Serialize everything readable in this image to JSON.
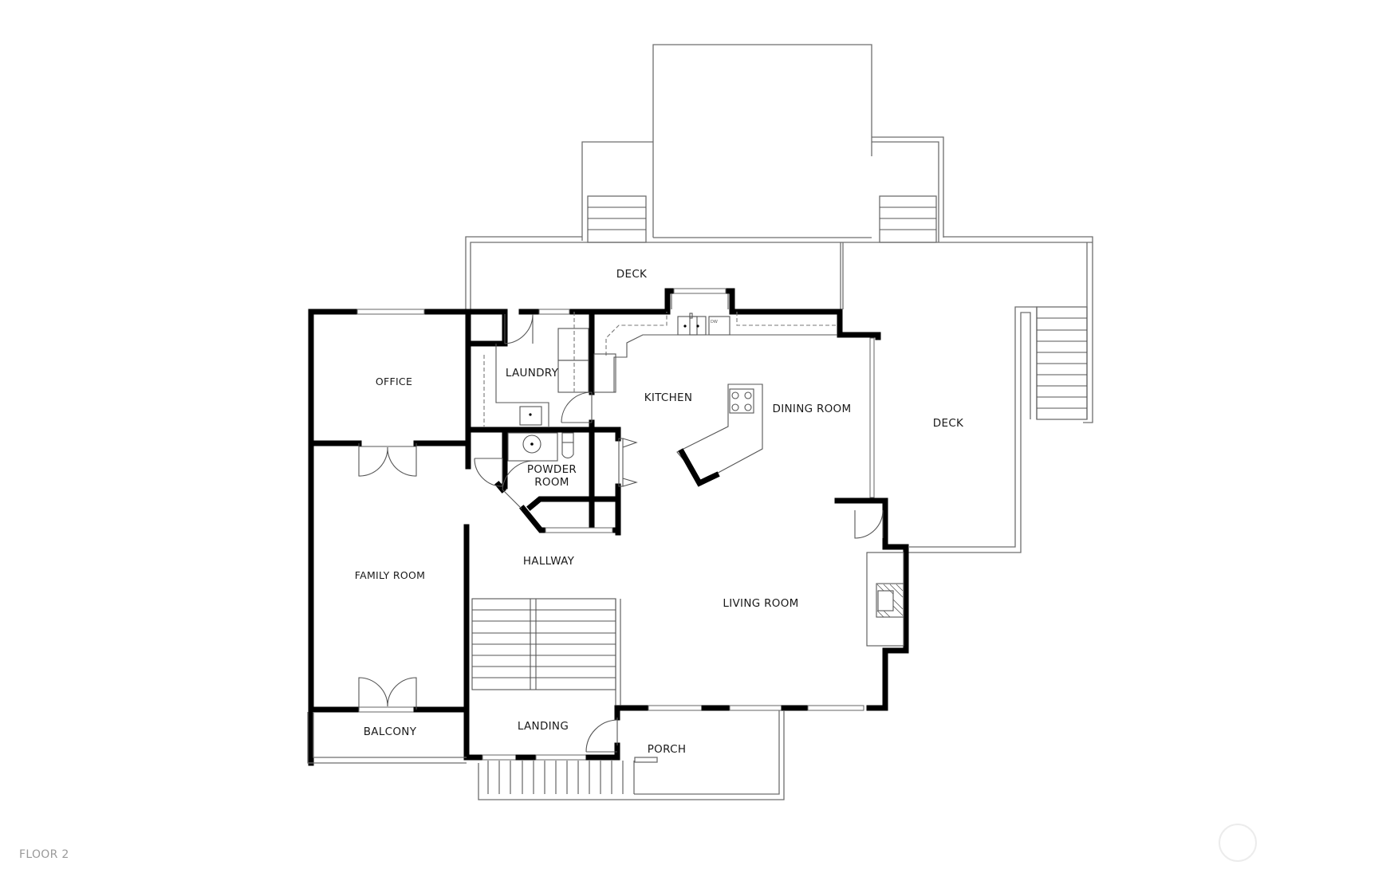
{
  "floor_plan": {
    "floor_label": "FLOOR 2",
    "rooms": {
      "deck_north": "DECK",
      "deck_east": "DECK",
      "office": "OFFICE",
      "laundry": "LAUNDRY",
      "kitchen": "KITCHEN",
      "dining_room": "DINING ROOM",
      "powder_room_line1": "POWDER",
      "powder_room_line2": "ROOM",
      "family_room": "FAMILY ROOM",
      "hallway": "HALLWAY",
      "living_room": "LIVING ROOM",
      "balcony": "BALCONY",
      "landing": "LANDING",
      "porch": "PORCH"
    },
    "appliance_labels": {
      "dishwasher": "DW"
    },
    "colors": {
      "wall": "#000000",
      "outline": "#6e6e6e",
      "text": "#1a1a1a",
      "floor_label": "#9a9a9a",
      "background": "#ffffff"
    }
  }
}
